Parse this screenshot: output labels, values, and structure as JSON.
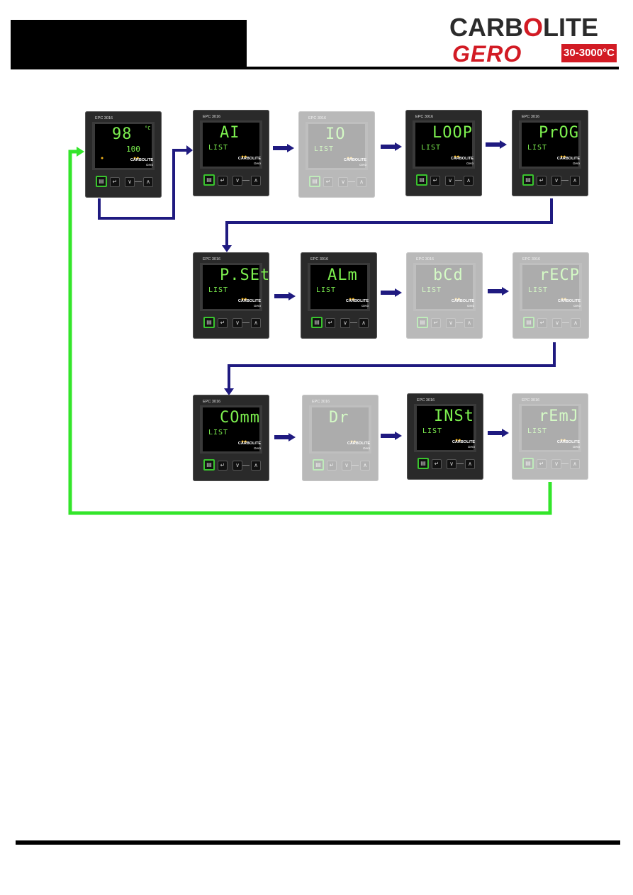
{
  "header": {
    "logo": {
      "word_prefix": "CARB",
      "word_o": "O",
      "word_suffix": "LITE",
      "sub": "GERO",
      "range": "30-3000°C"
    }
  },
  "colors": {
    "arrow_blue": "#1f1a80",
    "return_green": "#33e52a",
    "display_green": "#7df04f",
    "indicator_amber": "#f3b41b",
    "page_button_highlight": "#3ac42e",
    "brand_red": "#d21b24"
  },
  "controllers": [
    {
      "id": "home",
      "model": "EPC 3016",
      "main": "98",
      "unit": "°C",
      "sub": "",
      "sub_value": "100",
      "faded": false,
      "home": true,
      "brand": "CARBOLITE",
      "brand2": "Gero"
    },
    {
      "id": "ai",
      "model": "EPC 3016",
      "main": "AI",
      "sub": "LIST",
      "faded": false,
      "brand": "CARBOLITE",
      "brand2": "Gero"
    },
    {
      "id": "io",
      "model": "EPC 3016",
      "main": "IO",
      "sub": "LIST",
      "faded": true,
      "brand": "CARBOLITE",
      "brand2": "Gero"
    },
    {
      "id": "loop",
      "model": "EPC 3016",
      "main": "LOOP",
      "sub": "LIST",
      "faded": false,
      "brand": "CARBOLITE",
      "brand2": "Gero"
    },
    {
      "id": "prog",
      "model": "EPC 3016",
      "main": "PrOG",
      "sub": "LIST",
      "faded": false,
      "brand": "CARBOLITE",
      "brand2": "Gero"
    },
    {
      "id": "pset",
      "model": "EPC 3016",
      "main": "P.SEt",
      "sub": "LIST",
      "faded": false,
      "brand": "CARBOLITE",
      "brand2": "Gero"
    },
    {
      "id": "alm",
      "model": "EPC 3016",
      "main": "ALm",
      "sub": "LIST",
      "faded": false,
      "brand": "CARBOLITE",
      "brand2": "Gero"
    },
    {
      "id": "bcd",
      "model": "EPC 3016",
      "main": "bCd",
      "sub": "LIST",
      "faded": true,
      "brand": "CARBOLITE",
      "brand2": "Gero"
    },
    {
      "id": "recp",
      "model": "EPC 3016",
      "main": "rECP",
      "sub": "LIST",
      "faded": true,
      "brand": "CARBOLITE",
      "brand2": "Gero"
    },
    {
      "id": "comm",
      "model": "EPC 3016",
      "main": "COmm",
      "sub": "LIST",
      "faded": false,
      "brand": "CARBOLITE",
      "brand2": "Gero"
    },
    {
      "id": "dr",
      "model": "EPC 3016",
      "main": "Dr",
      "sub": "",
      "faded": true,
      "brand": "CARBOLITE",
      "brand2": "Gero"
    },
    {
      "id": "inst",
      "model": "EPC 3016",
      "main": "INSt",
      "sub": "LIST",
      "faded": false,
      "brand": "CARBOLITE",
      "brand2": "Gero"
    },
    {
      "id": "remj",
      "model": "EPC 3016",
      "main": "rEmJ",
      "sub": "LIST",
      "faded": true,
      "brand": "CARBOLITE",
      "brand2": "Gero"
    }
  ],
  "buttons": {
    "page_icon": "▤",
    "scroll_icon": "↵",
    "down_icon": "∨",
    "up_icon": "∧"
  }
}
